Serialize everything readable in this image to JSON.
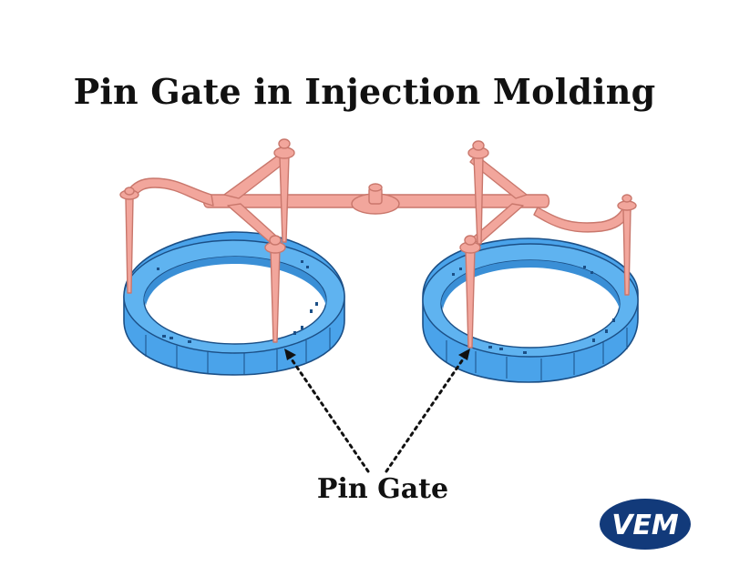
{
  "title": "Pin Gate in Injection Molding",
  "callout_label": "Pin Gate",
  "logo_text": "VEM",
  "colors": {
    "runner": "#f2a69c",
    "runner_edge": "#c9776c",
    "ring": "#4aa3ea",
    "ring_dark": "#2f7fc6",
    "ring_edge": "#1b4f86",
    "logo_bg": "#123a7a",
    "text": "#111111"
  }
}
